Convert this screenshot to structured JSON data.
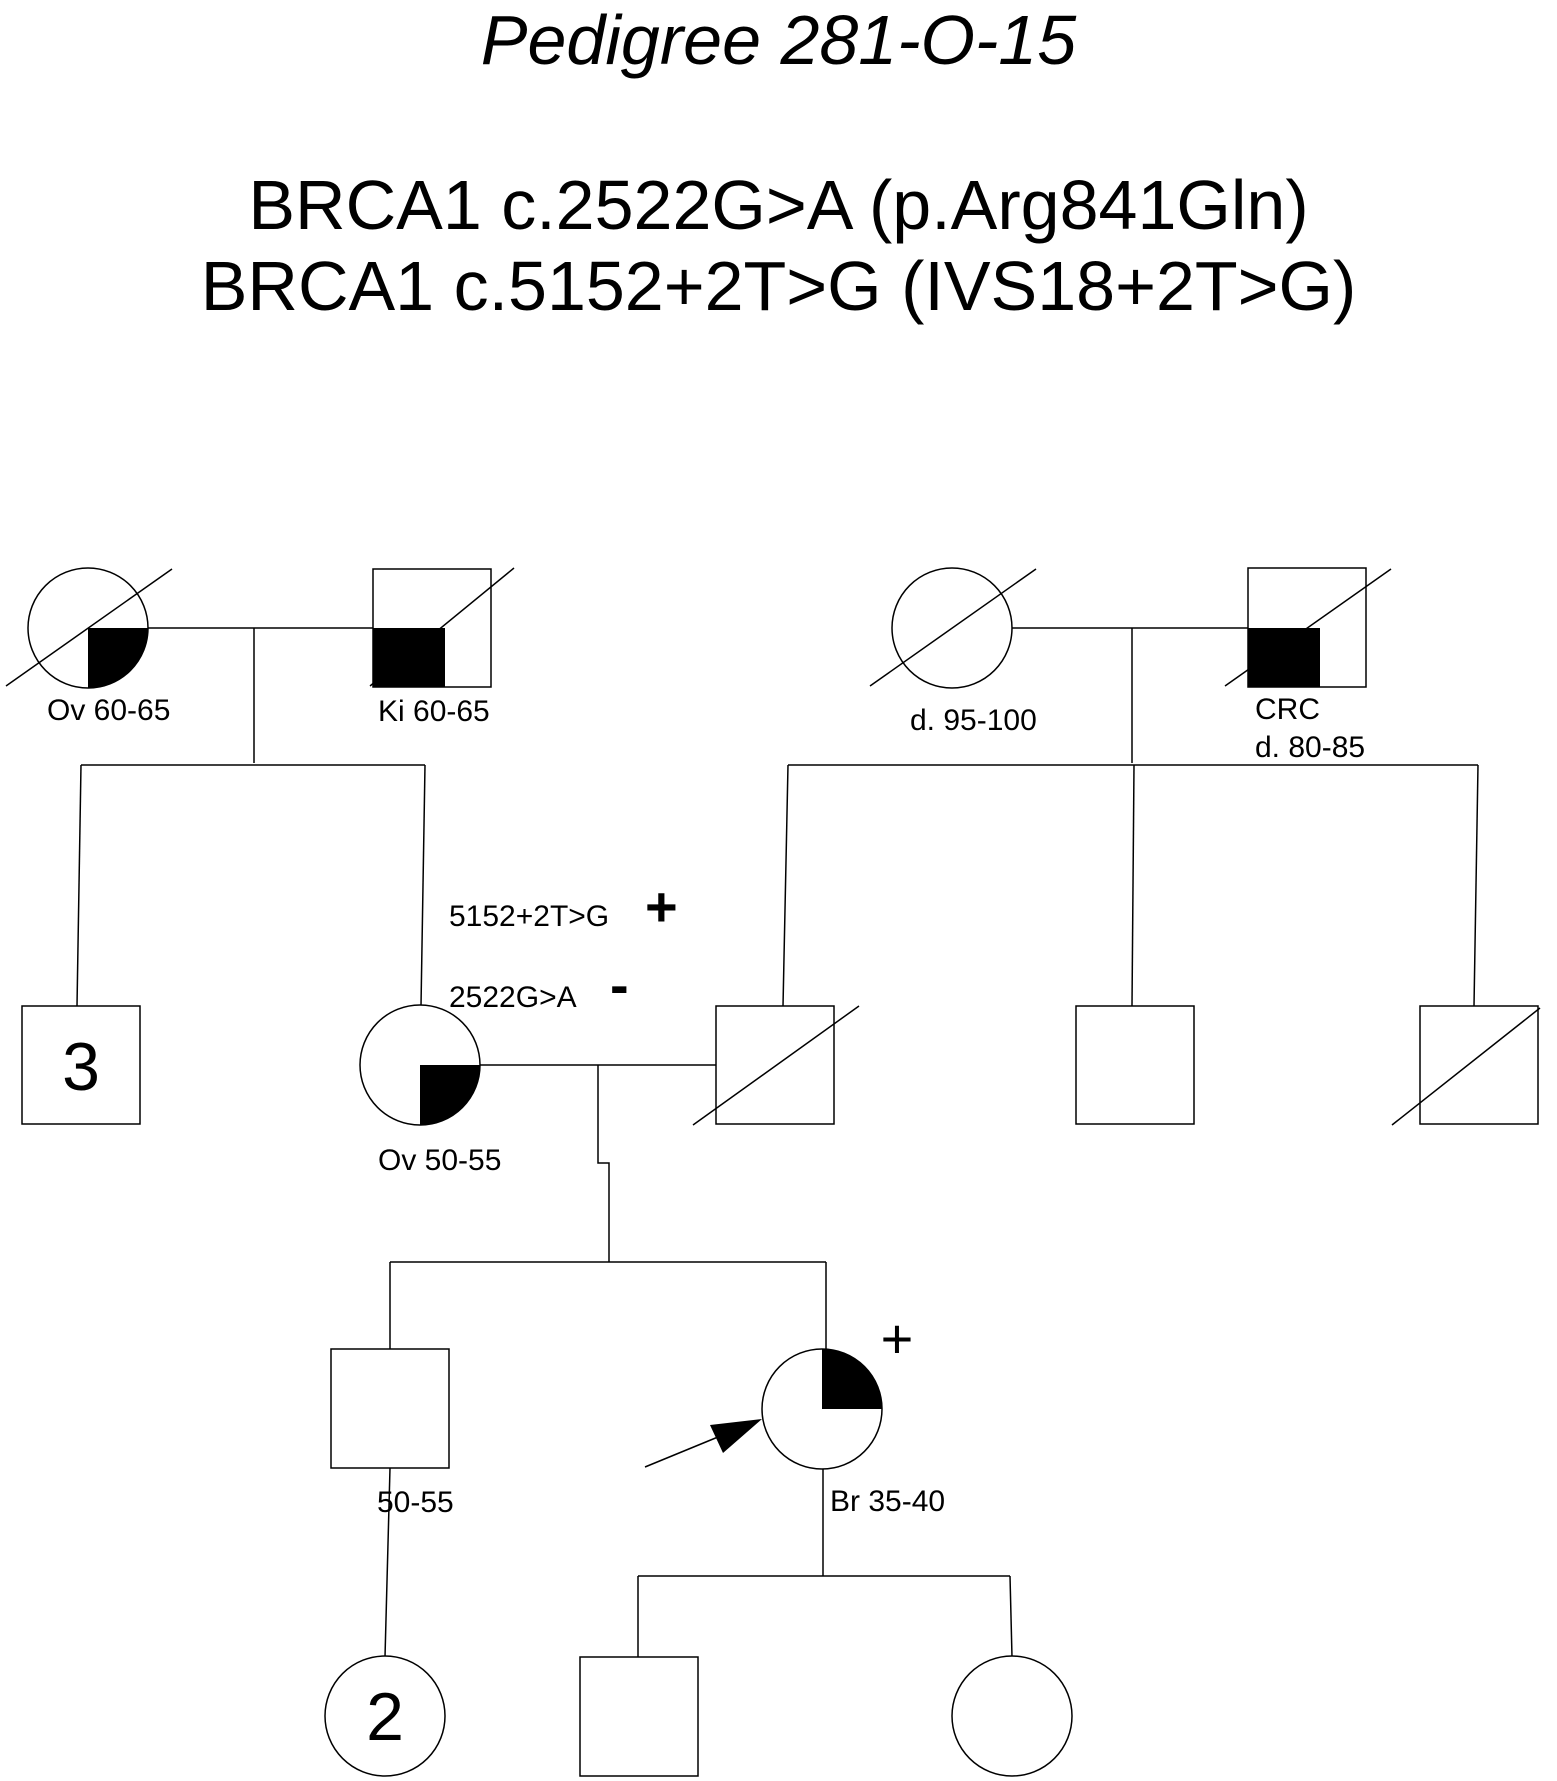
{
  "header": {
    "title": "Pedigree 281-O-15",
    "variants": [
      "BRCA1 c.2522G>A (p.Arg841Gln)",
      "BRCA1 c.5152+2T>G (IVS18+2T>G)"
    ]
  },
  "generation1": {
    "maternal_grandmother": {
      "label": "Ov 60-65"
    },
    "maternal_grandfather": {
      "label": "Ki 60-65"
    },
    "paternal_grandmother": {
      "label": "d. 95-100"
    },
    "paternal_grandfather": {
      "label_line1": "CRC",
      "label_line2": "d. 80-85"
    }
  },
  "generation2": {
    "maternal_brothers": {
      "count": "3"
    },
    "mother": {
      "label": "Ov 50-55",
      "test1_variant": "5152+2T>G",
      "test1_result": "+",
      "test2_variant": "2522G>A",
      "test2_result": "-"
    }
  },
  "generation3": {
    "brother": {
      "label": "50-55"
    },
    "proband": {
      "label": "Br 35-40",
      "test_result": "+"
    }
  },
  "generation4": {
    "brother_daughters": {
      "count": "2"
    }
  },
  "colors": {
    "line": "#000000",
    "fill": "#000000",
    "background": "#ffffff"
  }
}
